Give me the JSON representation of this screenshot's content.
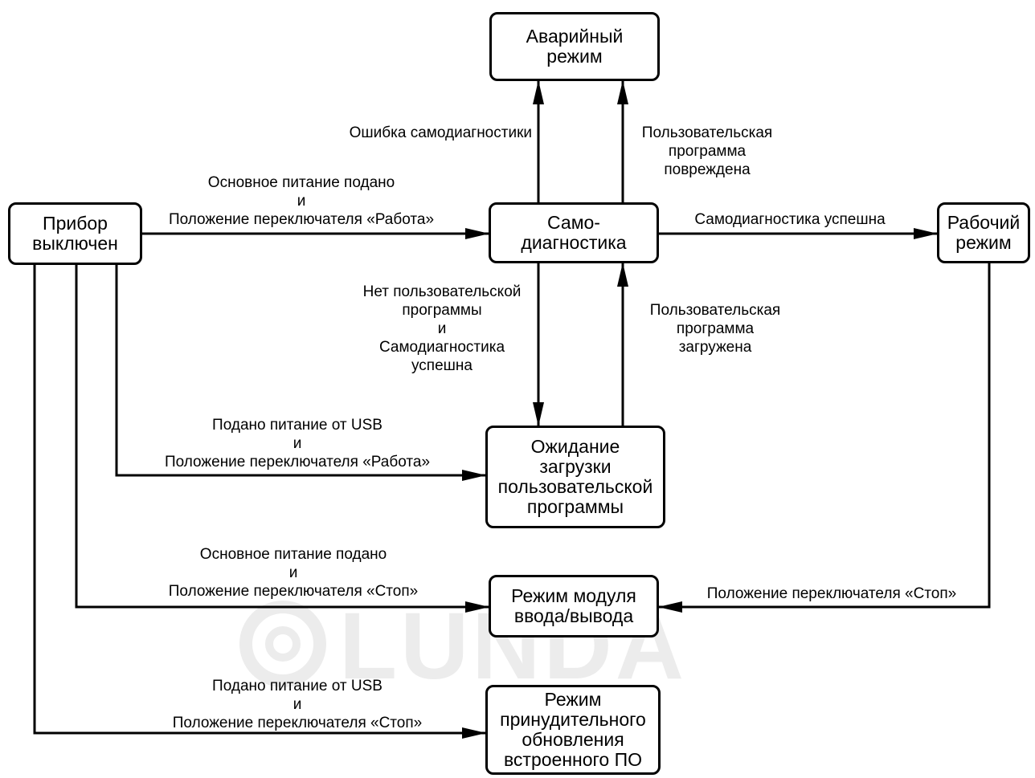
{
  "watermark": {
    "text": "LUNDA",
    "color": "#ececec"
  },
  "nodes": {
    "emergency": "Аварийный\nрежим",
    "off": "Прибор\nвыключен",
    "selfdiag": "Само-\nдиагностика",
    "work": "Рабочий\nрежим",
    "waiting": "Ожидание\nзагрузки\nпользовательской\nпрограммы",
    "io_module": "Режим модуля\nввода/вывода",
    "forced_update": "Режим\nпринудительного\nобновления\nвстроенного ПО"
  },
  "edges": {
    "selfdiag_error": "Ошибка самодиагностики",
    "program_damaged": "Пользовательская\nпрограмма\nповреждена",
    "main_power_run": "Основное питание подано\nи\nПоложение переключателя «Работа»",
    "selfdiag_ok": "Самодиагностика успешна",
    "no_program": "Нет пользовательской\nпрограммы\nи\nСамодиагностика\nуспешна",
    "program_loaded": "Пользовательская\nпрограмма\nзагружена",
    "usb_power_run": "Подано питание от USB\nи\nПоложение переключателя «Работа»",
    "main_power_stop": "Основное питание подано\nи\nПоложение переключателя «Стоп»",
    "switch_stop": "Положение переключателя «Стоп»",
    "usb_power_stop": "Подано питание от USB\nи\nПоложение переключателя «Стоп»"
  }
}
